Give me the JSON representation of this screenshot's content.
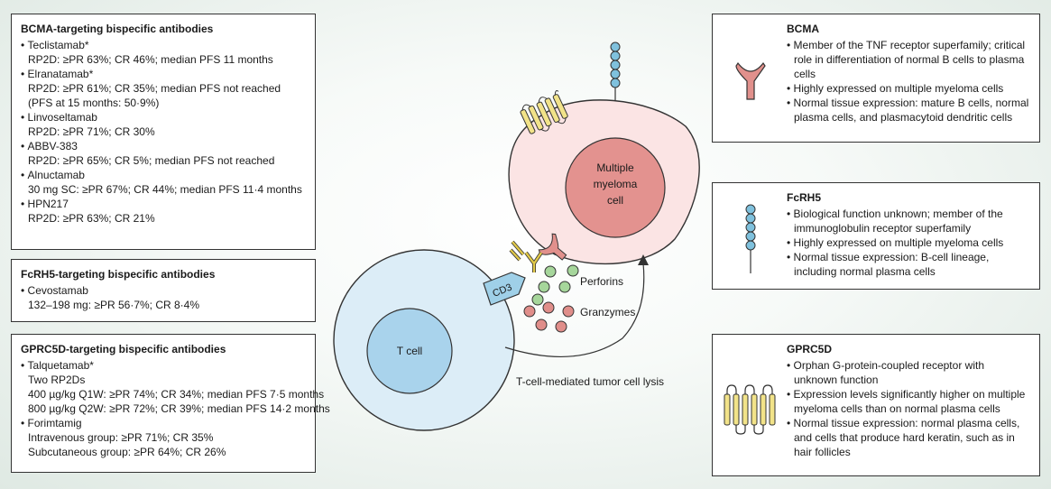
{
  "left_boxes": {
    "bcma": {
      "title": "BCMA-targeting bispecific antibodies",
      "lines": [
        {
          "text": "Teclistamab*",
          "bullet": true
        },
        {
          "text": "RP2D: ≥PR 63%; CR 46%; median PFS 11 months",
          "bullet": false
        },
        {
          "text": "Elranatamab*",
          "bullet": true
        },
        {
          "text": "RP2D: ≥PR 61%; CR 35%; median PFS not reached",
          "bullet": false
        },
        {
          "text": "(PFS at 15 months: 50·9%)",
          "bullet": false
        },
        {
          "text": "Linvoseltamab",
          "bullet": true
        },
        {
          "text": "RP2D: ≥PR 71%; CR 30%",
          "bullet": false
        },
        {
          "text": "ABBV-383",
          "bullet": true
        },
        {
          "text": "RP2D: ≥PR 65%; CR 5%; median PFS not reached",
          "bullet": false
        },
        {
          "text": "Alnuctamab",
          "bullet": true
        },
        {
          "text": "30 mg SC: ≥PR 67%; CR 44%; median PFS 11·4 months",
          "bullet": false
        },
        {
          "text": "HPN217",
          "bullet": true
        },
        {
          "text": "RP2D: ≥PR 63%; CR 21%",
          "bullet": false
        }
      ]
    },
    "fcrh5": {
      "title": "FcRH5-targeting bispecific antibodies",
      "lines": [
        {
          "text": "Cevostamab",
          "bullet": true
        },
        {
          "text": "132–198 mg: ≥PR 56·7%; CR 8·4%",
          "bullet": false
        }
      ]
    },
    "gprc5d": {
      "title": "GPRC5D-targeting bispecific antibodies",
      "lines": [
        {
          "text": "Talquetamab*",
          "bullet": true
        },
        {
          "text": "Two RP2Ds",
          "bullet": false
        },
        {
          "text": "400 µg/kg Q1W: ≥PR 74%; CR 34%; median PFS 7·5 months",
          "bullet": false
        },
        {
          "text": "800 µg/kg Q2W: ≥PR 72%; CR 39%; median PFS 14·2 months",
          "bullet": false
        },
        {
          "text": "Forimtamig",
          "bullet": true
        },
        {
          "text": "Intravenous group: ≥PR 71%; CR 35%",
          "bullet": false
        },
        {
          "text": "Subcutaneous group: ≥PR 64%; CR 26%",
          "bullet": false
        }
      ]
    }
  },
  "right_boxes": {
    "bcma": {
      "title": "BCMA",
      "items": [
        "Member of the TNF receptor superfamily; critical role in differentiation of normal B cells to plasma cells",
        "Highly expressed on multiple myeloma cells",
        "Normal tissue expression: mature B cells, normal plasma cells, and plasmacytoid dendritic cells"
      ]
    },
    "fcrh5": {
      "title": "FcRH5",
      "items": [
        "Biological function unknown; member of the immunoglobulin receptor superfamily",
        "Highly expressed on multiple myeloma cells",
        "Normal tissue expression: B-cell lineage, including normal plasma cells"
      ]
    },
    "gprc5d": {
      "title": "GPRC5D",
      "items": [
        "Orphan G-protein-coupled receptor with unknown function",
        "Expression levels significantly higher on multiple myeloma cells than on normal plasma cells",
        "Normal tissue expression: normal plasma cells, and cells that produce hard keratin, such as in hair follicles"
      ]
    }
  },
  "diagram": {
    "myeloma_label": [
      "Multiple",
      "myeloma",
      "cell"
    ],
    "tcell_label": "T cell",
    "cd3_label": "CD3",
    "perforins_label": "Perforins",
    "granzymes_label": "Granzymes",
    "lysis_label": "T-cell-mediated tumor cell lysis"
  },
  "colors": {
    "myeloma_cell": "#fbe4e4",
    "myeloma_nucleus": "#e3928f",
    "t_cell": "#dcedf7",
    "t_nucleus": "#a9d3ec",
    "cd3": "#9fd0e8",
    "perforin": "#a6d69b",
    "granzyme": "#e08e8a",
    "bcma_receptor": "#e1908c",
    "fcrh5_receptor": "#7fc1dd",
    "gprc5d_receptor": "#f2e389",
    "antibody": "#e1c94a"
  }
}
